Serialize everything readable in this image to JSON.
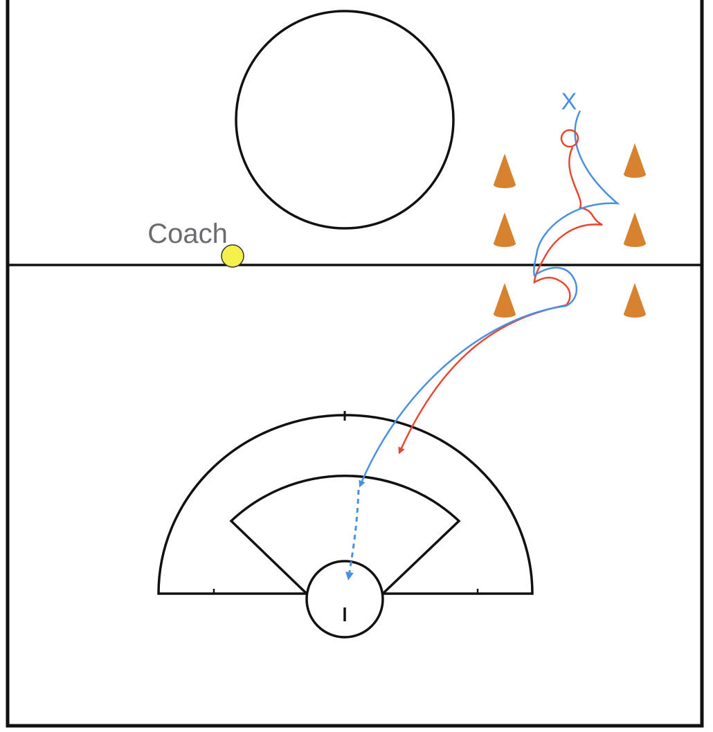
{
  "labels": {
    "coach": "Coach",
    "attacker_marker": "X",
    "defender_marker": "O"
  },
  "colors": {
    "field_lines": "#111111",
    "background": "#ffffff",
    "attacker_path": "#4a90e2",
    "defender_path": "#e8472e",
    "cone": "#d6822f",
    "coach_ball": "#f6f04d",
    "coach_text": "#6b6b70"
  },
  "cones": {
    "count": 6,
    "icon": "cone-icon"
  },
  "paths": {
    "attacker": {
      "style": "solid-then-dashed",
      "ends_at": "goal"
    },
    "defender": {
      "style": "solid",
      "ends_at": "arc"
    }
  }
}
